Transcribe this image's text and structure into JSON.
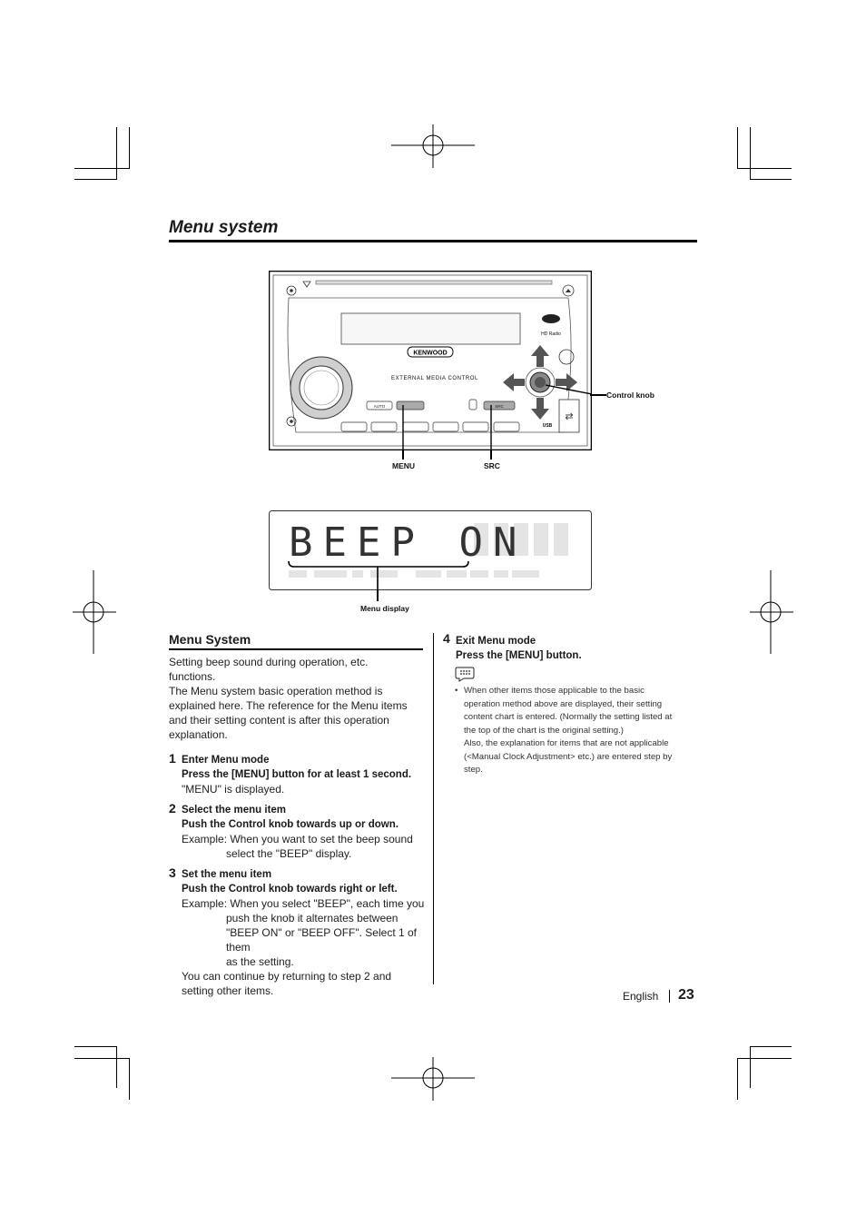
{
  "page": {
    "title": "Menu system",
    "language": "English",
    "page_number": "23"
  },
  "figure_device": {
    "brand": "KENWOOD",
    "panel_text": "EXTERNAL MEDIA CONTROL",
    "usb_label": "USB",
    "auto_label": "AUTO",
    "src_label": "SRC",
    "label_control_knob": "Control knob",
    "label_menu": "MENU",
    "label_src": "SRC"
  },
  "figure_display": {
    "display_text": "BEEP ON",
    "label_menu_display": "Menu display"
  },
  "section": {
    "heading": "Menu System",
    "intro_1": "Setting beep sound during operation, etc.",
    "intro_2": "functions.",
    "intro_3": "The Menu system basic operation method is",
    "intro_4": "explained here. The reference for the Menu items",
    "intro_5": "and their setting content is after this operation",
    "intro_6": "explanation."
  },
  "steps": [
    {
      "num": "1",
      "heading": "Enter Menu mode",
      "command": "Press the [MENU] button for at least 1 second.",
      "line_1": "\"MENU\" is displayed."
    },
    {
      "num": "2",
      "heading": "Select the menu item",
      "command": "Push the Control knob towards up or down.",
      "line_1": "Example: When you want to set the beep sound",
      "line_2": "select the \"BEEP\" display."
    },
    {
      "num": "3",
      "heading": "Set the menu item",
      "command": "Push the Control knob towards right or left.",
      "line_1": "Example: When you select \"BEEP\", each time you",
      "line_2": "push the knob it alternates between",
      "line_3": "\"BEEP ON\" or \"BEEP OFF\". Select 1 of them",
      "line_4": "as the setting.",
      "line_5": "You can continue by returning to step 2 and",
      "line_6": "setting other items."
    },
    {
      "num": "4",
      "heading": "Exit Menu mode",
      "command": "Press the [MENU] button."
    }
  ],
  "note": {
    "icon": "note-icon",
    "bullet": "•",
    "line_1": "When other items those applicable to the basic",
    "line_2": "operation method above are displayed, their setting",
    "line_3": "content chart is entered. (Normally the setting listed at",
    "line_4": "the top of the chart is the original setting.)",
    "line_5": "Also, the explanation for items that are not applicable",
    "line_6": "(<Manual Clock Adjustment> etc.) are entered step by",
    "line_7": "step."
  }
}
